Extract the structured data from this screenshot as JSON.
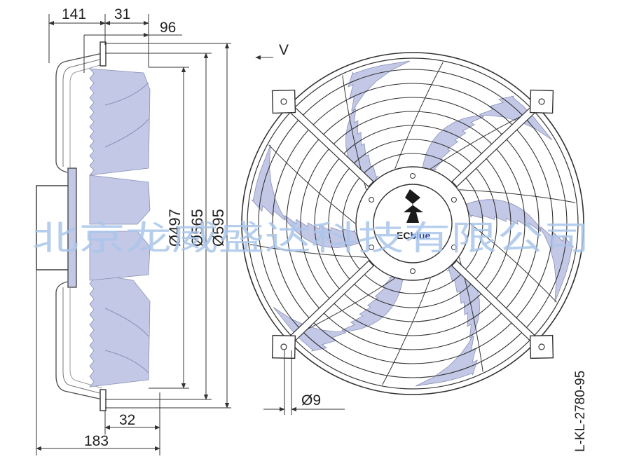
{
  "dimensions": {
    "d141": "141",
    "d31": "31",
    "d96": "96",
    "d32": "32",
    "d183": "183",
    "dia497": "Ø497",
    "dia565": "Ø565",
    "dia595": "Ø595",
    "dia9": "Ø9"
  },
  "view_label": "V",
  "drawing_code": "L-KL-2780-95",
  "logo": {
    "prefix": "EC",
    "suffix": "blue"
  },
  "watermark": "北京龙威盛达科技有限公司",
  "colors": {
    "blade": "#c3c8e6",
    "blade_edge": "#8a90b8",
    "line": "#333333",
    "logo_ec": "#1a1a1a",
    "logo_blue": "#1f3f8f",
    "watermark": "#a9c6ea"
  }
}
